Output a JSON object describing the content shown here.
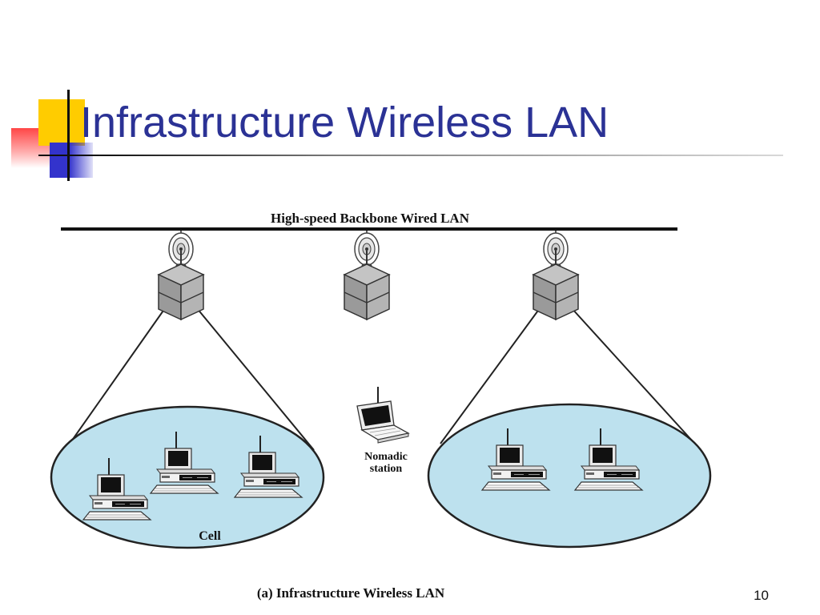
{
  "slide": {
    "title": "Infrastructure Wireless LAN",
    "page_number": "10"
  },
  "diagram": {
    "backbone_label": "High-speed Backbone Wired LAN",
    "cell_label": "Cell",
    "nomadic_label_line1": "Nomadic",
    "nomadic_label_line2": "station",
    "caption": "(a) Infrastructure Wireless LAN"
  },
  "colors": {
    "title": "#2b3295",
    "cell_fill": "#bde1ee",
    "deco_yellow": "#ffcc00",
    "deco_blue": "#3333cc",
    "deco_red": "#ff3c3c"
  },
  "icons": [
    "access-point-icon",
    "desktop-computer-icon",
    "laptop-icon"
  ]
}
